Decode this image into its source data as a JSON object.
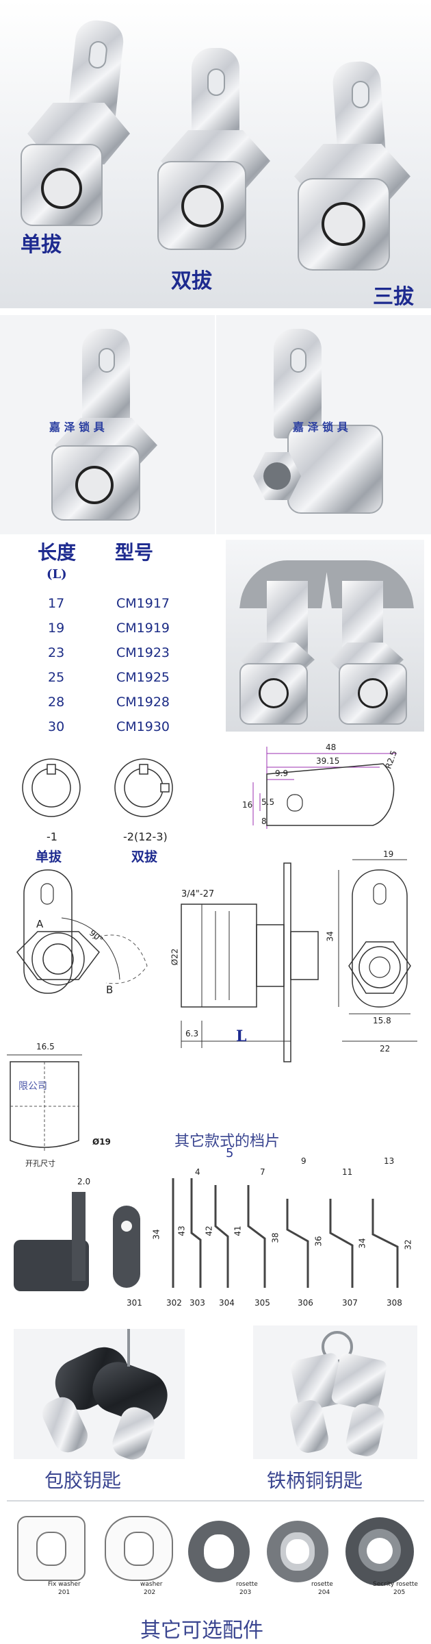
{
  "section1": {
    "labels": [
      "单拔",
      "双拔",
      "三拔"
    ]
  },
  "section2": {
    "watermark_left": "嘉 泽 锁 具",
    "watermark_right": "嘉 泽 锁 具"
  },
  "spec_table": {
    "header_length": "长度",
    "header_length_unit": "(L)",
    "header_model": "型号",
    "rows": [
      {
        "length": "17",
        "model": "CM1917"
      },
      {
        "length": "19",
        "model": "CM1919"
      },
      {
        "length": "23",
        "model": "CM1923"
      },
      {
        "length": "25",
        "model": "CM1925"
      },
      {
        "length": "28",
        "model": "CM1928"
      },
      {
        "length": "30",
        "model": "CM1930"
      }
    ]
  },
  "key_types": {
    "single_code": "-1",
    "single_label": "单拔",
    "double_code": "-2(12-3)",
    "double_label": "双拔"
  },
  "cam_dims": {
    "total": "48",
    "inner": "39.15",
    "r": "R2.5",
    "d1": "9.9",
    "d2": "16",
    "d3": "5.5",
    "d4": "8"
  },
  "drawing": {
    "a_label": "A",
    "b_label": "B",
    "angle": "90°",
    "thread": "3/4\"-27",
    "dia": "Ø22",
    "d63": "6.3",
    "l_label": "L",
    "w19": "19",
    "h34": "34",
    "w158": "15.8",
    "w22": "22"
  },
  "cutout": {
    "w": "16.5",
    "dia": "Ø19",
    "stamp": "限公司",
    "caption": "开孔尺寸"
  },
  "cams": {
    "title": "其它款式的档片",
    "top5": "5",
    "offsets": [
      "2.0",
      "4",
      "7",
      "9",
      "11",
      "13"
    ],
    "heights": [
      "34",
      "43",
      "42",
      "41",
      "38",
      "36",
      "34",
      "32"
    ],
    "codes": [
      "301",
      "302",
      "303",
      "304",
      "305",
      "306",
      "307",
      "308"
    ]
  },
  "keys": {
    "left_caption": "包胶钥匙",
    "right_caption": "铁柄铜钥匙"
  },
  "accessories": {
    "items": [
      {
        "name": "Fix washer",
        "code": "201"
      },
      {
        "name": "washer",
        "code": "202"
      },
      {
        "name": "rosette",
        "code": "203"
      },
      {
        "name": "rosette",
        "code": "204"
      },
      {
        "name": "Secrity rosette",
        "code": "205"
      }
    ],
    "caption": "其它可选配件"
  }
}
